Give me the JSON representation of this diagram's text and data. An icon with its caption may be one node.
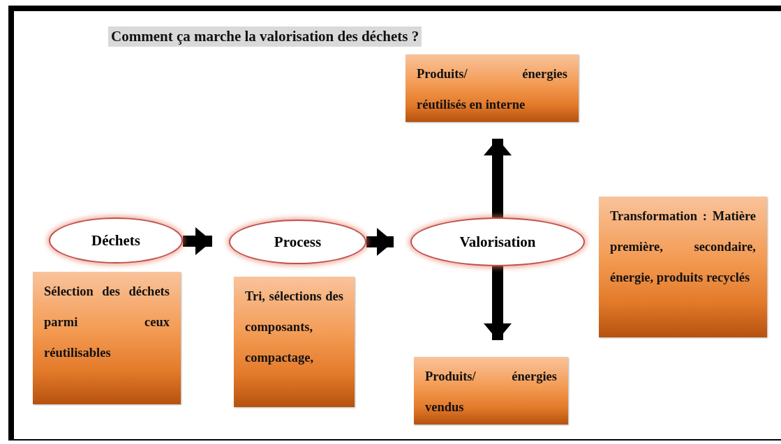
{
  "diagram": {
    "title": "Comment ça marche la valorisation des déchets ?",
    "nodes": [
      {
        "text": [
          "Déchets"
        ]
      },
      {
        "text": [
          "Sélection des déchets parmi ceux réutilisables"
        ]
      },
      {
        "text": [
          "Process"
        ]
      },
      {
        "text": [
          "Tri, sélections des composants, compactage,"
        ]
      },
      {
        "text": [
          "Valorisation"
        ]
      },
      {
        "text": [
          "Produits/ énergies réutilisés en interne"
        ]
      },
      {
        "text": [
          "Transformation : Matière première, secondaire, énergie, produits recyclés"
        ]
      },
      {
        "text": [
          "Produits/ énergies vendus"
        ]
      }
    ],
    "edges": [
      {
        "from": 0,
        "to": 2,
        "arrow": "to"
      },
      {
        "from": 2,
        "to": 4,
        "arrow": "to"
      },
      {
        "from": 4,
        "to": 5,
        "arrow": "to"
      },
      {
        "from": 4,
        "to": 7,
        "arrow": "to"
      }
    ]
  }
}
